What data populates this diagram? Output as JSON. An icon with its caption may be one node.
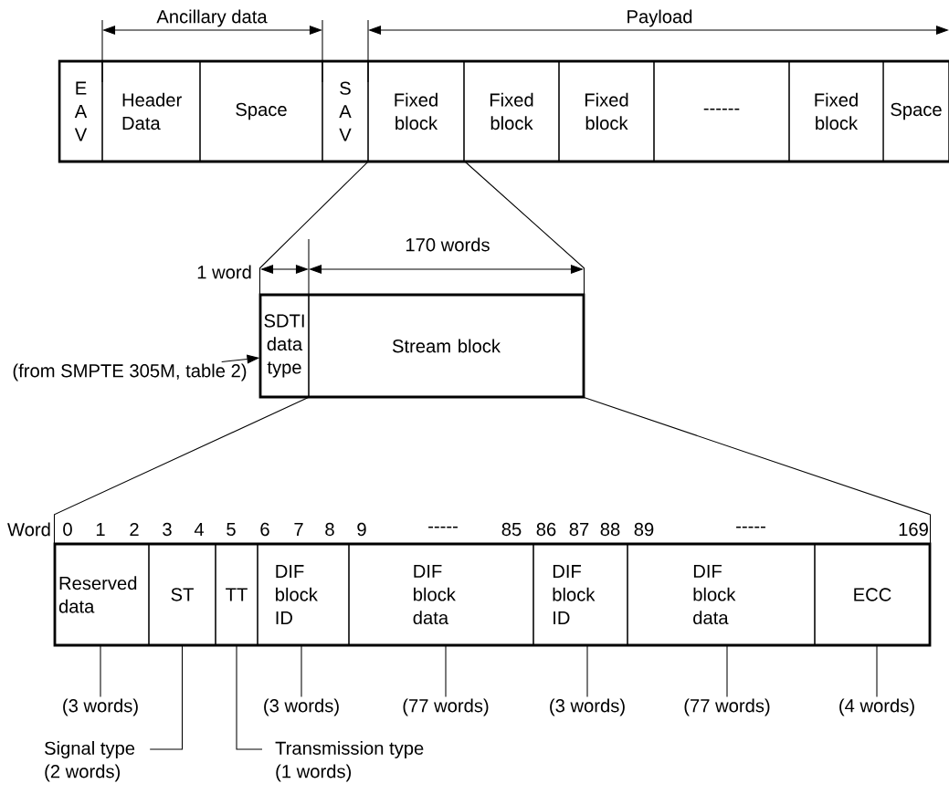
{
  "diagram": {
    "nodes": [
      {
        "text": [
          "E A V"
        ]
      },
      {
        "text": [
          "Header Data"
        ]
      },
      {
        "text": [
          "Space"
        ]
      },
      {
        "text": [
          "S A V"
        ]
      },
      {
        "text": [
          "Fixed block"
        ]
      },
      {
        "text": [
          "Fixed block"
        ]
      },
      {
        "text": [
          "Fixed block"
        ]
      },
      {
        "text": [
          "------"
        ]
      },
      {
        "text": [
          "Fixed block"
        ]
      },
      {
        "text": [
          "Space"
        ]
      },
      {
        "text": [
          "SDTI data type"
        ]
      },
      {
        "text": [
          "Stream block"
        ]
      },
      {
        "text": [
          "(from SMPTE 305M, table 2)"
        ]
      },
      {
        "text": [
          "Reserved data"
        ]
      },
      {
        "text": [
          "ST"
        ]
      },
      {
        "text": [
          "TT"
        ]
      },
      {
        "text": [
          "DIF block ID"
        ]
      },
      {
        "text": [
          "DIF block data"
        ]
      },
      {
        "text": [
          "DIF block ID"
        ]
      },
      {
        "text": [
          "DIF block data"
        ]
      },
      {
        "text": [
          "ECC"
        ]
      },
      {
        "text": [
          "(3 words)"
        ]
      },
      {
        "text": [
          "(3 words)"
        ]
      },
      {
        "text": [
          "(77 words)"
        ]
      },
      {
        "text": [
          "(3 words)"
        ]
      },
      {
        "text": [
          "(77 words)"
        ]
      },
      {
        "text": [
          "(4 words)"
        ]
      },
      {
        "text": [
          "Signal type",
          "(2 words)"
        ]
      },
      {
        "text": [
          "Transmission type",
          "(1 words)"
        ]
      }
    ],
    "edges": [
      {
        "from": 12,
        "to": 10,
        "arrow": "to"
      },
      {
        "from": 21,
        "to": 13,
        "arrow": "none"
      },
      {
        "from": 22,
        "to": 16,
        "arrow": "none"
      },
      {
        "from": 23,
        "to": 17,
        "arrow": "none"
      },
      {
        "from": 24,
        "to": 18,
        "arrow": "none"
      },
      {
        "from": 25,
        "to": 19,
        "arrow": "none"
      },
      {
        "from": 26,
        "to": 20,
        "arrow": "none"
      },
      {
        "from": 27,
        "to": 14,
        "arrow": "none"
      },
      {
        "from": 28,
        "to": 15,
        "arrow": "none"
      },
      {
        "from": 4,
        "to": 10,
        "arrow": "none"
      },
      {
        "from": 4,
        "to": 11,
        "arrow": "none"
      },
      {
        "from": 11,
        "to": 13,
        "arrow": "none"
      },
      {
        "from": 11,
        "to": 20,
        "arrow": "none"
      }
    ],
    "labels": [
      "Ancillary data",
      "Payload",
      "1 word",
      "170 words",
      "Word",
      "0",
      "1",
      "2",
      "3",
      "4",
      "5",
      "6",
      "7",
      "8",
      "9",
      "-----",
      "85",
      "86",
      "87",
      "88",
      "89",
      "-----",
      "169"
    ]
  }
}
